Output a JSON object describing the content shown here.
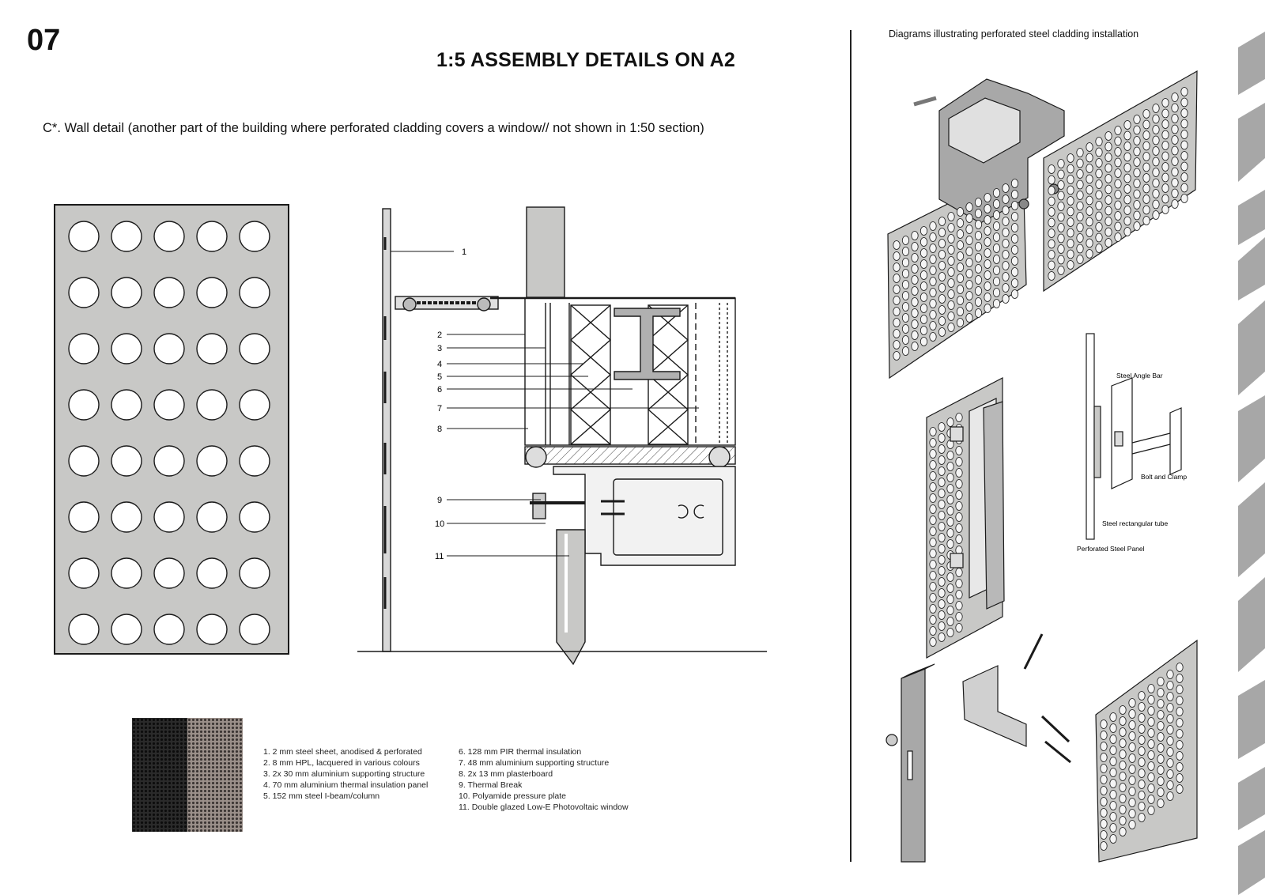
{
  "page": {
    "number": "07",
    "title": "1:5 ASSEMBLY DETAILS ON A2",
    "caption": "C*. Wall detail (another part of the building where perforated cladding covers a window// not shown in 1:50 section)"
  },
  "section_detail": {
    "callouts": [
      "1",
      "2",
      "3",
      "4",
      "5",
      "6",
      "7",
      "8",
      "9",
      "10",
      "11"
    ]
  },
  "legend": {
    "column_1": [
      "1. 2 mm steel sheet, anodised & perforated",
      "2. 8 mm HPL, lacquered in various colours",
      "3. 2x 30 mm aluminium supporting structure",
      "4. 70 mm aluminium thermal insulation panel",
      "5. 152 mm steel I-beam/column"
    ],
    "column_2": [
      "6. 128 mm PIR thermal insulation",
      "7. 48 mm aluminium supporting structure",
      "8. 2x 13 mm plasterboard",
      "9. Thermal Break",
      "10. Polyamide pressure plate",
      "11. Double glazed Low-E Photovoltaic window"
    ]
  },
  "diagrams": {
    "heading": "Diagrams illustrating perforated steel cladding installation",
    "labels": {
      "angle_bar": "Steel Angle Bar",
      "bolt_clamp": "Bolt and Clamp",
      "rect_tube": "Steel rectangular tube",
      "panel": "Perforated Steel Panel"
    }
  },
  "colors": {
    "panel_grey": "#c8c8c6",
    "line": "#1a1a1a",
    "stripe_grey": "#a7a7a7"
  },
  "icons": [
    "perforated-panel-elevation",
    "wall-section-drawing",
    "cladding-isometric"
  ]
}
